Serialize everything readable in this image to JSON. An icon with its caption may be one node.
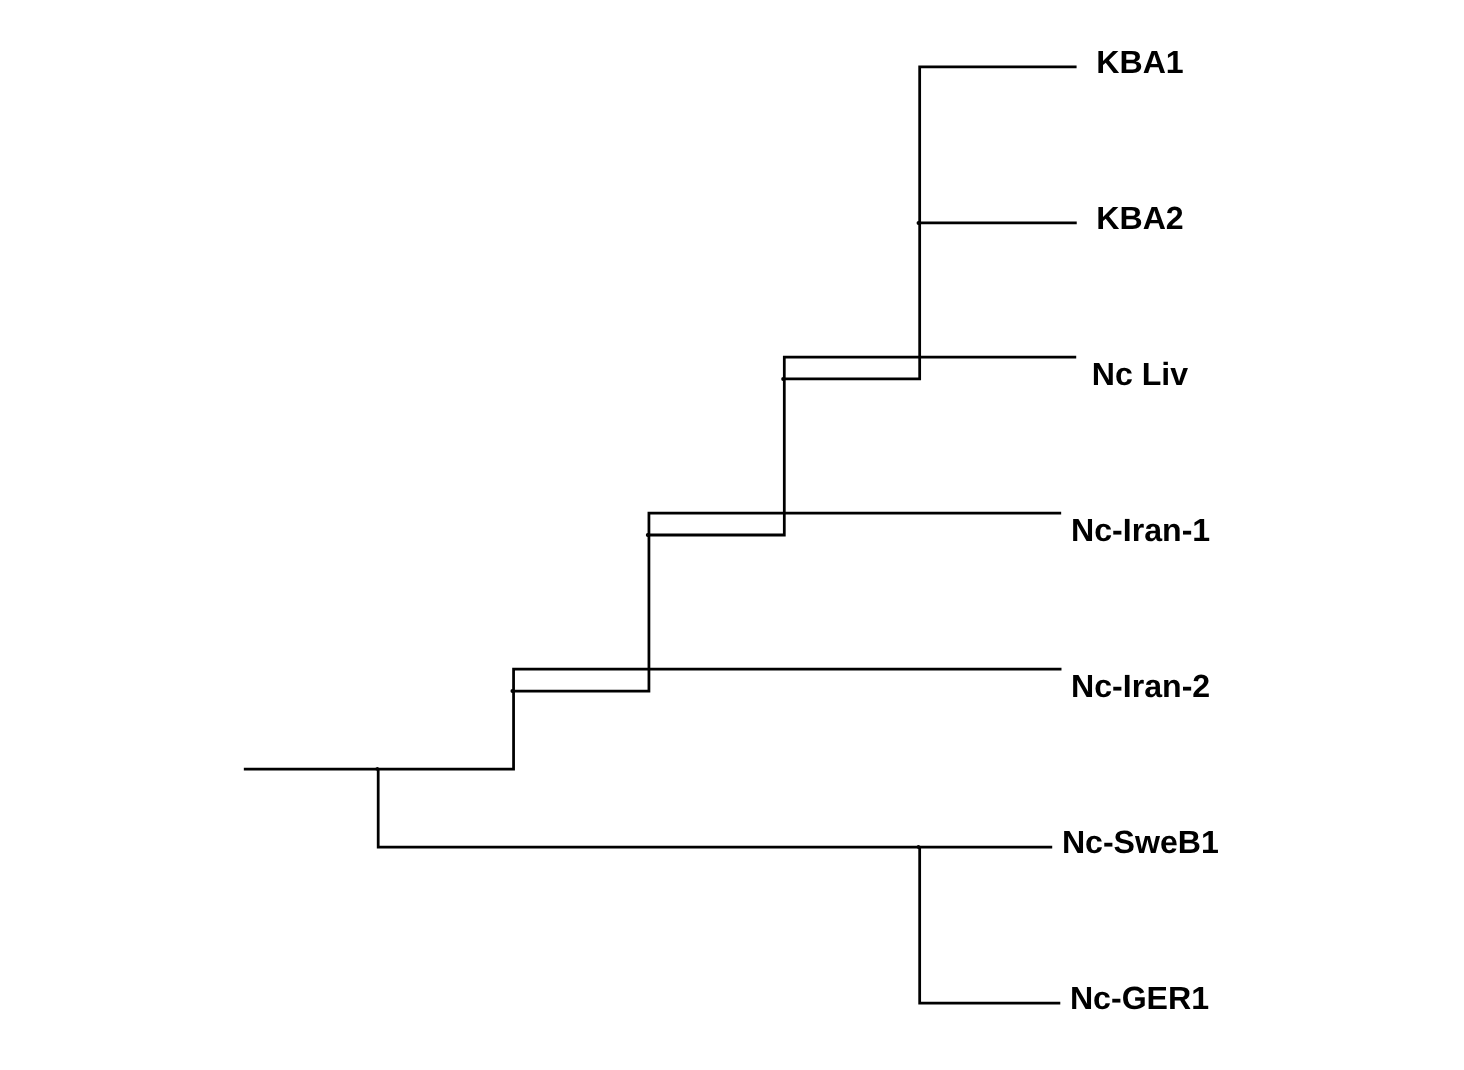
{
  "diagram": {
    "nodes": [
      {
        "text": [],
        "shape": "point"
      },
      {
        "text": [],
        "shape": "point"
      },
      {
        "text": [],
        "shape": "point"
      },
      {
        "text": [],
        "shape": "point"
      },
      {
        "text": [],
        "shape": "point"
      },
      {
        "text": [],
        "shape": "point"
      },
      {
        "text": [
          "Nc Liv"
        ]
      },
      {
        "text": [
          "KBA1"
        ]
      },
      {
        "text": [
          "KBA2"
        ]
      },
      {
        "text": [
          "Nc-Iran-1"
        ]
      },
      {
        "text": [
          "Nc-Iran-2"
        ]
      },
      {
        "text": [
          "Nc-SweB1"
        ]
      },
      {
        "text": [
          "Nc-GER1"
        ]
      }
    ],
    "edges": [
      {
        "from": null,
        "to": 0,
        "arrow": "none"
      },
      {
        "from": 0,
        "to": 1,
        "arrow": "none"
      },
      {
        "from": 0,
        "to": 5,
        "arrow": "none"
      },
      {
        "from": 1,
        "to": 2,
        "arrow": "none"
      },
      {
        "from": 1,
        "to": 10,
        "arrow": "none"
      },
      {
        "from": 2,
        "to": 3,
        "arrow": "none"
      },
      {
        "from": 2,
        "to": 9,
        "arrow": "none"
      },
      {
        "from": 3,
        "to": 6,
        "arrow": "none"
      },
      {
        "from": 3,
        "to": 4,
        "arrow": "none"
      },
      {
        "from": 4,
        "to": 7,
        "arrow": "none"
      },
      {
        "from": 4,
        "to": 8,
        "arrow": "none"
      },
      {
        "from": 5,
        "to": 11,
        "arrow": "none"
      },
      {
        "from": 5,
        "to": 12,
        "arrow": "none"
      }
    ]
  }
}
